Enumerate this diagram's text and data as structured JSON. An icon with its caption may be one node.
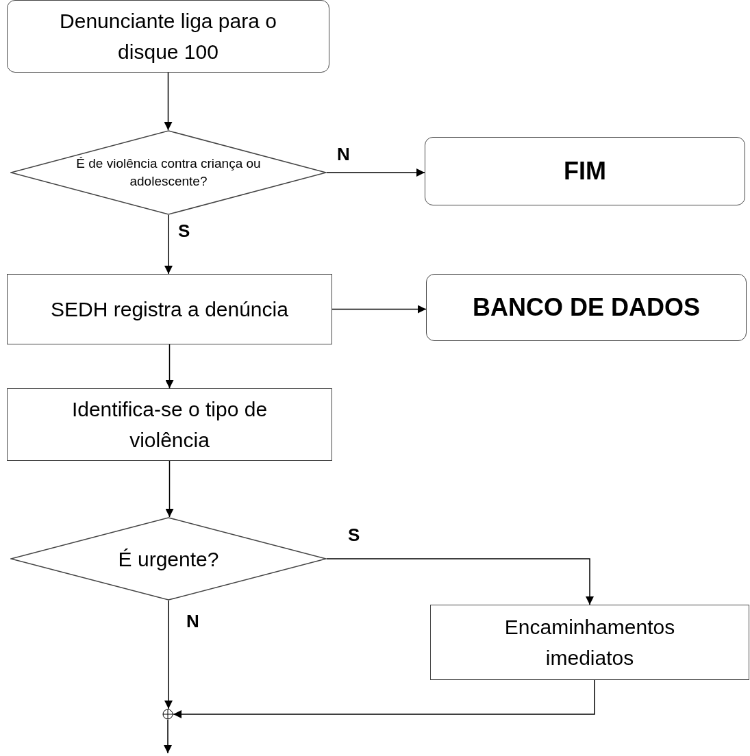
{
  "diagram": {
    "nodes": [
      {
        "text": [
          "Denunciante liga para o disque 100"
        ]
      },
      {
        "text": [
          "É de violência contra criança ou adolescente?"
        ]
      },
      {
        "text": [
          "FIM"
        ]
      },
      {
        "text": [
          "SEDH registra a denúncia"
        ]
      },
      {
        "text": [
          "BANCO DE DADOS"
        ]
      },
      {
        "text": [
          "Identifica-se o tipo de violência"
        ]
      },
      {
        "text": [
          "É urgente?"
        ]
      },
      {
        "text": [
          "Encaminhamentos imediatos"
        ]
      },
      {
        "text": [],
        "shape": "circle"
      }
    ],
    "edges": [
      {
        "from": 0,
        "to": 1,
        "arrow": "to"
      },
      {
        "from": 1,
        "to": 2,
        "arrow": "to",
        "label": "N"
      },
      {
        "from": 1,
        "to": 3,
        "arrow": "to",
        "label": "S"
      },
      {
        "from": 3,
        "to": 4,
        "arrow": "to"
      },
      {
        "from": 3,
        "to": 5,
        "arrow": "to"
      },
      {
        "from": 5,
        "to": 6,
        "arrow": "to"
      },
      {
        "from": 6,
        "to": 7,
        "arrow": "to",
        "label": "S"
      },
      {
        "from": 6,
        "to": 8,
        "arrow": "to",
        "label": "N"
      },
      {
        "from": 7,
        "to": 8,
        "arrow": "to"
      },
      {
        "from": 8,
        "to": null,
        "arrow": "to"
      }
    ]
  }
}
